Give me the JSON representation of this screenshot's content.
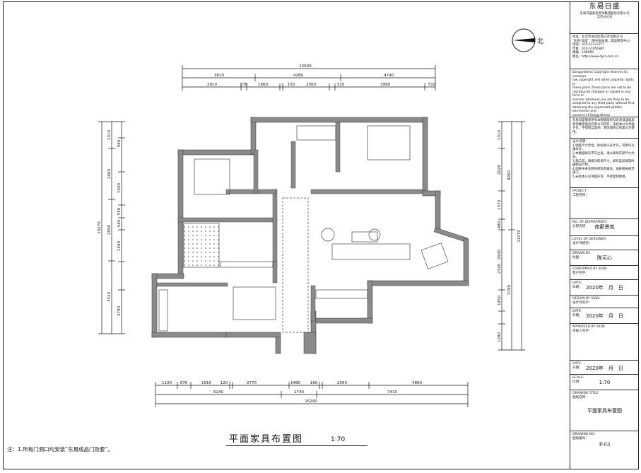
{
  "drawing": {
    "title": "平面家具布置图",
    "scale": "1:70",
    "note": "注：1.所有门洞口均安装“东易成品门及套”。",
    "north_label": "北"
  },
  "dimensions": {
    "top_overall": "12630",
    "top_row1": [
      "3610",
      "4280",
      "4740"
    ],
    "top_row2": [
      "2910",
      "270",
      "1660",
      "150",
      "2300",
      "310",
      "3990",
      "510"
    ],
    "bottom_overall": "15290",
    "bottom_row1": [
      "6140",
      "1740",
      "7410"
    ],
    "bottom_row2": [
      "1100",
      "670",
      "1910",
      "120",
      "2770",
      "1480",
      "160",
      "2560",
      "4860"
    ],
    "left_overall": "10270",
    "left_row1": [
      "1310",
      "2460",
      "2990",
      "3520"
    ],
    "left_row2": [
      "560",
      "1500",
      "550",
      "540",
      "1440",
      "2790"
    ],
    "right_overall": "11070",
    "right_row1": [
      "4950",
      "3190"
    ],
    "right_row2": [
      "1310",
      "2020",
      "1370",
      "480",
      "2930",
      "2320",
      "1450",
      "1280"
    ]
  },
  "title_block": {
    "logo": "东易日盛",
    "company": "东易日盛家居装饰集团股份有限公司",
    "branch": "北京分公司",
    "address": "地址：北京市海淀区西三环北路21号\n“东易·日盛”（原中国长城、奥运物流中心）\n电话：010-51533777\n传真：010-57856887\n邮编：100089\n网址：http://www.dyrs.com.cn",
    "copyright_en": "Dongyishena Copyright reserves its common\nlaw copyright and other property rights in\nthese plans.These plans are not to be\nreproduced changed or copied in any form or\nmanner whatever,nor are they to be\nassigned to any third party without first\nobtaining the expressed written permission and\nconsent of Dongyishena",
    "copyright_cn": "东易日盛版权所有本图纸版权归东易日盛家居装饰集团股份有限公司所有，未经本公司书面许可，不得擅自复制、更改或转让给第三方使用。",
    "notes_label": "设计说明：",
    "notes": "1.图纸尺寸单位，除标高以米计外，其余均以毫米计。\n2.本图纸如有不符之处，请以现场实际尺寸为准。\n3.施工前，请核对现场尺寸，如有差异请及时通知设计师。\n4.图纸中未注明的材料及做法，请按相关规范施工。\n5.未经本公司书面许可，不得复制使用。",
    "project_label": "PROJECT:\n工程名称：",
    "dept_label": "NO. OF DEPARTMENT:\n分部名称：",
    "dept_value": "南郡景苑",
    "designer_level_label": "LEVEL OF DESIGNER:\n设计师级别：",
    "drawn_label": "DRAWN BY:\n绘图：",
    "drawn_value": "陈可心",
    "confirmed_label": "CONFIRMED BY SIGN:\n客户签字：",
    "date1_label": "DATE:\n日期：",
    "date1_value": "2020年　月　日",
    "design_label": "DESIGN BY SIGN:\n设计师签字：",
    "date2_label": "DATE:\n日期：",
    "date2_value": "2020年　月　日",
    "approved_label": "APPROVED BY SIGN:\n审核人签字：",
    "date3_label": "DATE:\n日期：",
    "date3_value": "2020年　月　日",
    "scale_label": "SCALE:\n比例：",
    "scale_value": "1:70",
    "drawing_title_label": "DRAWING TITLE:\n图纸名称：",
    "drawing_title_value": "平面家具布置图",
    "drawing_no_label": "DRAWING NO:\n图纸编号：",
    "drawing_no_value": "P-03"
  }
}
